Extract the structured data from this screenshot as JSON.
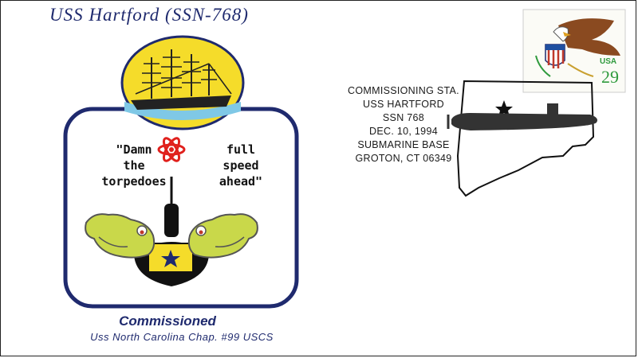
{
  "cover": {
    "title": "USS Hartford (SSN-768)",
    "motto_left": "\"Damn\nthe\ntorpedoes",
    "motto_right": "full\nspeed\nahead\"",
    "commissioned": "Commissioned",
    "chapter": "Uss North Carolina Chap. #99 USCS"
  },
  "cancellation": {
    "lines": [
      "COMMISSIONING STA.",
      "USS HARTFORD",
      "SSN 768",
      "DEC. 10, 1994",
      "SUBMARINE BASE",
      "GROTON, CT 06349"
    ]
  },
  "stamp": {
    "country": "USA",
    "denomination": "29",
    "icon": "eagle-shield-icon"
  },
  "colors": {
    "ink_blue": "#1f2a6e",
    "oval_yellow": "#f5dc2a",
    "sea_blue": "#7fc8e6",
    "atom_red": "#e0201c",
    "dolphin_yellow": "#c9d84a",
    "stamp_brown": "#8a4a20",
    "stamp_green": "#2f9a3d"
  }
}
